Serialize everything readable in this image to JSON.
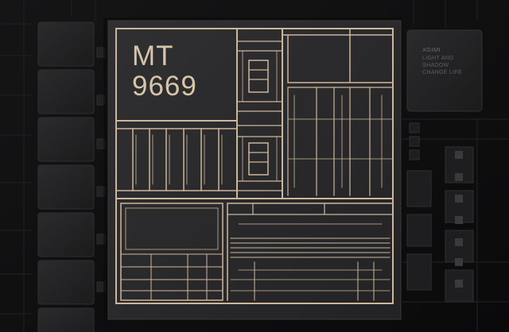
{
  "chip": {
    "name_line1": "MT",
    "name_line2": "9669"
  },
  "side_chip": {
    "brand": "XGIMI",
    "slogan_line1": "LIGHT AND",
    "slogan_line2": "SHADOW",
    "slogan_line3": "CHANGE LIFE"
  },
  "colors": {
    "background": "#0c0c0d",
    "die": "#2a2a2c",
    "trace_gold": "#cdb79a",
    "chip_text": "#d8c4a8"
  }
}
